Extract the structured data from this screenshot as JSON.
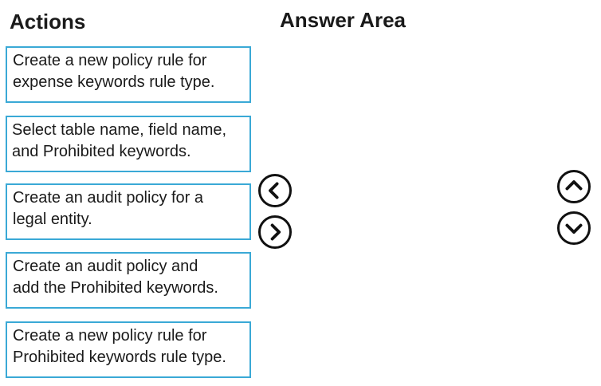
{
  "headings": {
    "actions": "Actions",
    "answer_area": "Answer Area"
  },
  "actions": [
    {
      "line1": "Create a new policy rule for",
      "line2": "expense keywords rule type."
    },
    {
      "line1": "Select table name, field name,",
      "line2": "and Prohibited keywords."
    },
    {
      "line1": "Create an audit policy for a",
      "line2": "legal entity."
    },
    {
      "line1": "Create an audit policy and",
      "line2": "add the Prohibited keywords."
    },
    {
      "line1": "Create a new policy rule for",
      "line2": "Prohibited keywords rule type."
    }
  ],
  "controls": {
    "move_left_icon": "chevron-left-icon",
    "move_right_icon": "chevron-right-icon",
    "move_up_icon": "chevron-up-icon",
    "move_down_icon": "chevron-down-icon"
  },
  "colors": {
    "item_border": "#3aa9d6",
    "text": "#1a1a1a",
    "icon": "#111111"
  }
}
